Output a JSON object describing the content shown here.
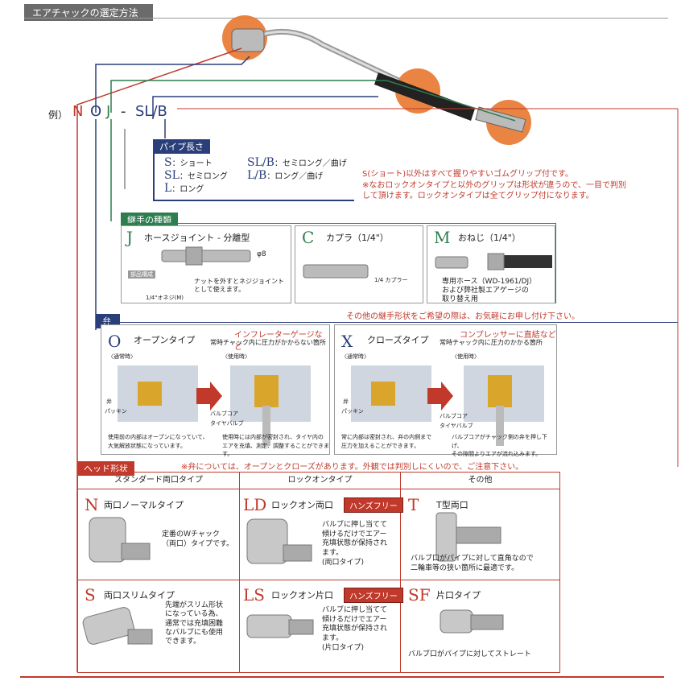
{
  "page_title": "エアチャックの選定方法",
  "model": {
    "prefix": "例）",
    "n": "N",
    "o": "O",
    "j": "J",
    "dash": "-",
    "slb": "SL/B"
  },
  "pipe": {
    "title": "パイプ長さ",
    "s": "S",
    "s_label": "：ショート",
    "slb": "SL/B",
    "slb_label": "：セミロング／曲げ",
    "sl": "SL",
    "sl_label": "：セミロング",
    "lb": "L/B",
    "lb_label": "：ロング／曲げ",
    "l": "L",
    "l_label": "：ロング",
    "note1": "S(ショート)以外はすべて握りやすいゴムグリップ付です。",
    "note2": "※なおロックオンタイプと以外のグリップは形状が違うので、一目で判別",
    "note3": "して頂けます。ロックオンタイプは全てグリップ付になります。"
  },
  "joint": {
    "title": "継手の種類",
    "j_letter": "J",
    "j_name": "ホースジョイント - 分離型",
    "j_dia": "φ8",
    "parts": "部品構成",
    "parts_nut": "1/4\"オネジ(M)",
    "parts_note1": "ナットを外すとネジジョイント",
    "parts_note2": "として使えます。",
    "c_letter": "C",
    "c_name": "カプラ（1/4\"）",
    "c_note": "1/4 カプラー",
    "m_letter": "M",
    "m_name": "おねじ（1/4\"）",
    "m_note1": "専用ホース（WD-1961/DJ）",
    "m_note2": "および弊社製エアゲージの",
    "m_note3": "取り替え用",
    "other": "その他の継手形状をご希望の際は、お気軽にお申し付け下さい。"
  },
  "valve": {
    "title": "弁",
    "o_letter": "O",
    "o_name": "オープンタイプ",
    "o_red": "インフレーターゲージなど",
    "o_desc": "常時チャック内に圧力がかからない箇所",
    "normal": "〈通常時〉",
    "use": "〈使用時〉",
    "ben": "弁",
    "packing": "パッキン",
    "valve_core": "バルブコア",
    "tire_valve": "タイヤバルブ",
    "o_note1": "使用前の内部はオープンになっていて、",
    "o_note2": "大気解放状態になっています。",
    "o_note3": "使用時には内部が密封され、タイヤ内の",
    "o_note4": "エアを充填、測定、調整することができます。",
    "x_letter": "X",
    "x_name": "クローズタイプ",
    "x_red": "コンプレッサーに直結など",
    "x_desc": "常時チャック内に圧力のかかる箇所",
    "x_note1": "常に内部は密封され、弁の内側まで",
    "x_note2": "圧力を加えることができます。",
    "x_note3": "バルブコアがチャック側の弁を押し下げ、",
    "x_note4": "その隙間よりエアが流れ込みます。",
    "footnote": "※弁については、オープンとクローズがあります。外観では判別しにくいので、ご注意下さい。"
  },
  "head": {
    "title": "ヘッド形状",
    "col1": "スタンダード両口タイプ",
    "col2": "ロックオンタイプ",
    "col3": "その他",
    "n_letter": "N",
    "n_name": "両口ノーマルタイプ",
    "n_desc1": "定番のＷチャック",
    "n_desc2": "（両口）タイプです。",
    "ld_letter": "LD",
    "ld_name": "ロックオン両口",
    "hands_free": "ハンズフリー",
    "ld_desc1": "バルブに押し当てて",
    "ld_desc2": "傾けるだけでエアー",
    "ld_desc3": "充填状態が保持され",
    "ld_desc4": "ます。",
    "ld_desc5": "(両口タイプ)",
    "t_letter": "T",
    "t_name": "T型両口",
    "t_desc1": "バルブ口がパイプに対して直角なので",
    "t_desc2": "二輪車等の狭い箇所に最適です。",
    "s_letter": "S",
    "s_name": "両口スリムタイプ",
    "s_desc1": "先端がスリム形状",
    "s_desc2": "になっている為、",
    "s_desc3": "通常では充填困難",
    "s_desc4": "なバルブにも使用",
    "s_desc5": "できます。",
    "ls_letter": "LS",
    "ls_name": "ロックオン片口",
    "ls_desc1": "バルブに押し当てて",
    "ls_desc2": "傾けるだけでエアー",
    "ls_desc3": "充填状態が保持され",
    "ls_desc4": "ます。",
    "ls_desc5": "(片口タイプ)",
    "sf_letter": "SF",
    "sf_name": "片口タイプ",
    "sf_desc": "バルブ口がパイプに対してストレート"
  },
  "colors": {
    "red": "#c0392b",
    "navy": "#2a3f7a",
    "green": "#2e7d4f",
    "orange": "#e8772e"
  }
}
